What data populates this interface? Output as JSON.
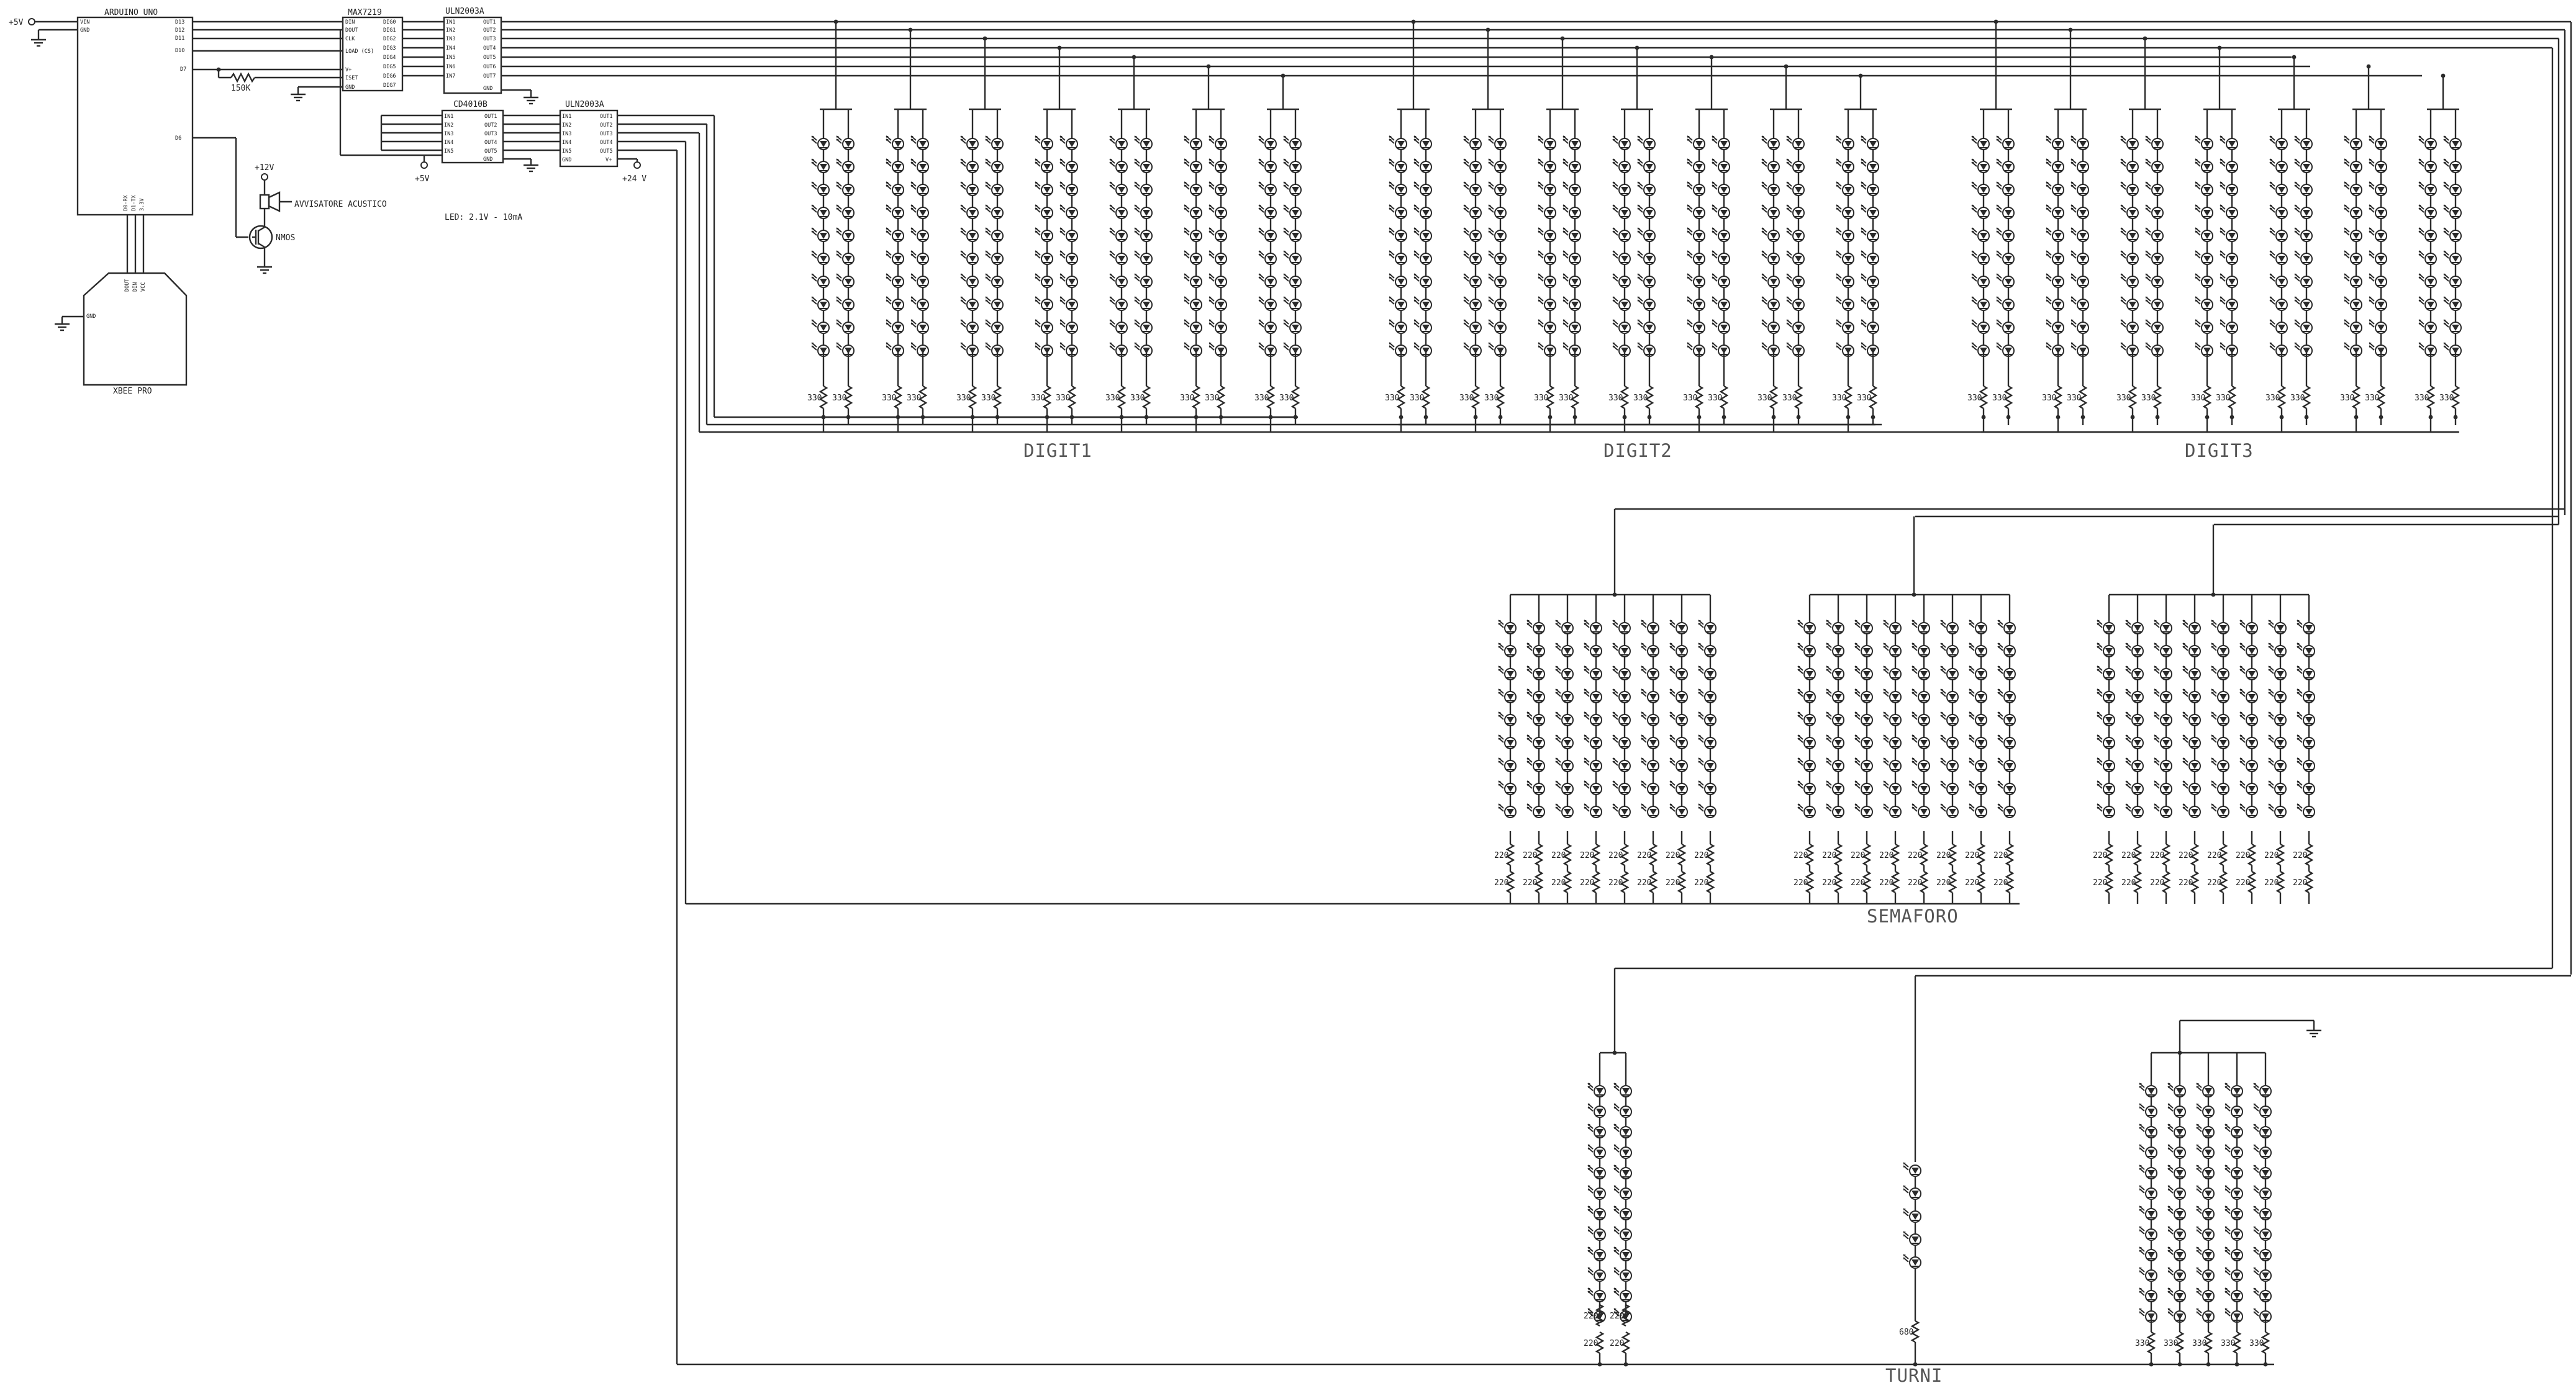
{
  "chips": {
    "arduino": {
      "title": "ARDUINO UNO",
      "left_pins": [
        "VIN",
        "GND"
      ],
      "right_pins": [
        "D13",
        "D12",
        "D11",
        "D10",
        "D7",
        "D6"
      ],
      "bottom_pins": [
        "D0-RX",
        "D1-TX",
        "3.3V"
      ]
    },
    "max": {
      "title": "MAX7219",
      "left_pins": [
        "DIN",
        "DOUT",
        "CLK",
        "LOAD (CS)",
        "V+",
        "ISET",
        "GND"
      ],
      "right_pins": [
        "DIG0",
        "DIG1",
        "DIG2",
        "DIG3",
        "DIG4",
        "DIG5",
        "DIG6",
        "DIG7"
      ]
    },
    "uln1": {
      "title": "ULN2003A",
      "left_pins": [
        "IN1",
        "IN2",
        "IN3",
        "IN4",
        "IN5",
        "IN6",
        "IN7"
      ],
      "right_pins": [
        "OUT1",
        "OUT2",
        "OUT3",
        "OUT4",
        "OUT5",
        "OUT6",
        "OUT7"
      ],
      "gnd": "GND"
    },
    "cd": {
      "title": "CD4010B",
      "left_pins": [
        "IN1",
        "IN2",
        "IN3",
        "IN4",
        "IN5"
      ],
      "right_pins": [
        "OUT1",
        "OUT2",
        "OUT3",
        "OUT4",
        "OUT5"
      ],
      "bottom_pin": "GND"
    },
    "uln2": {
      "title": "ULN2003A",
      "left_pins": [
        "IN1",
        "IN2",
        "IN3",
        "IN4",
        "IN5",
        "GND"
      ],
      "right_pins": [
        "OUT1",
        "OUT2",
        "OUT3",
        "OUT4",
        "OUT5",
        "V+"
      ]
    },
    "xbee": {
      "title": "XBEE PRO",
      "gnd_pin": "GND",
      "top_pins": [
        "DOUT",
        "DIN",
        "VCC"
      ]
    }
  },
  "labels": {
    "supply_5v": "+5V",
    "supply_5v_b": "+5V",
    "supply_12v": "+12V",
    "supply_24v": "+24 V",
    "resistor_150k": "150K",
    "buzzer": "AVVISATORE ACUSTICO",
    "nmos": "NMOS",
    "led_note": "LED: 2.1V - 10mA"
  },
  "resistor_values": {
    "r330": "330",
    "r220": "220",
    "r680": "680"
  },
  "sections": {
    "digit1": "DIGIT1",
    "digit2": "DIGIT2",
    "digit3": "DIGIT3",
    "semaforo": "SEMAFORO",
    "turni": "TURNI"
  }
}
